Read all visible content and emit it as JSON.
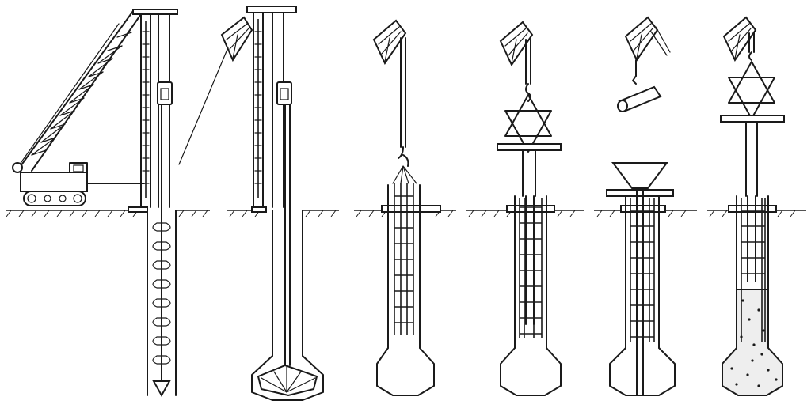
{
  "figure": {
    "stages": [
      {
        "id": "stage-1",
        "icon": "crawler-crane-auger-drilling-icon"
      },
      {
        "id": "stage-2",
        "icon": "bell-underreaming-bucket-icon"
      },
      {
        "id": "stage-3",
        "icon": "reinforcement-cage-lowering-icon"
      },
      {
        "id": "stage-4",
        "icon": "tremie-pipe-installation-icon"
      },
      {
        "id": "stage-5",
        "icon": "concrete-hopper-icon"
      },
      {
        "id": "stage-6",
        "icon": "concrete-pouring-icon"
      }
    ],
    "colors": {
      "line": "#1a1a1a",
      "background": "#ffffff",
      "concrete": "#eeeeee"
    }
  }
}
